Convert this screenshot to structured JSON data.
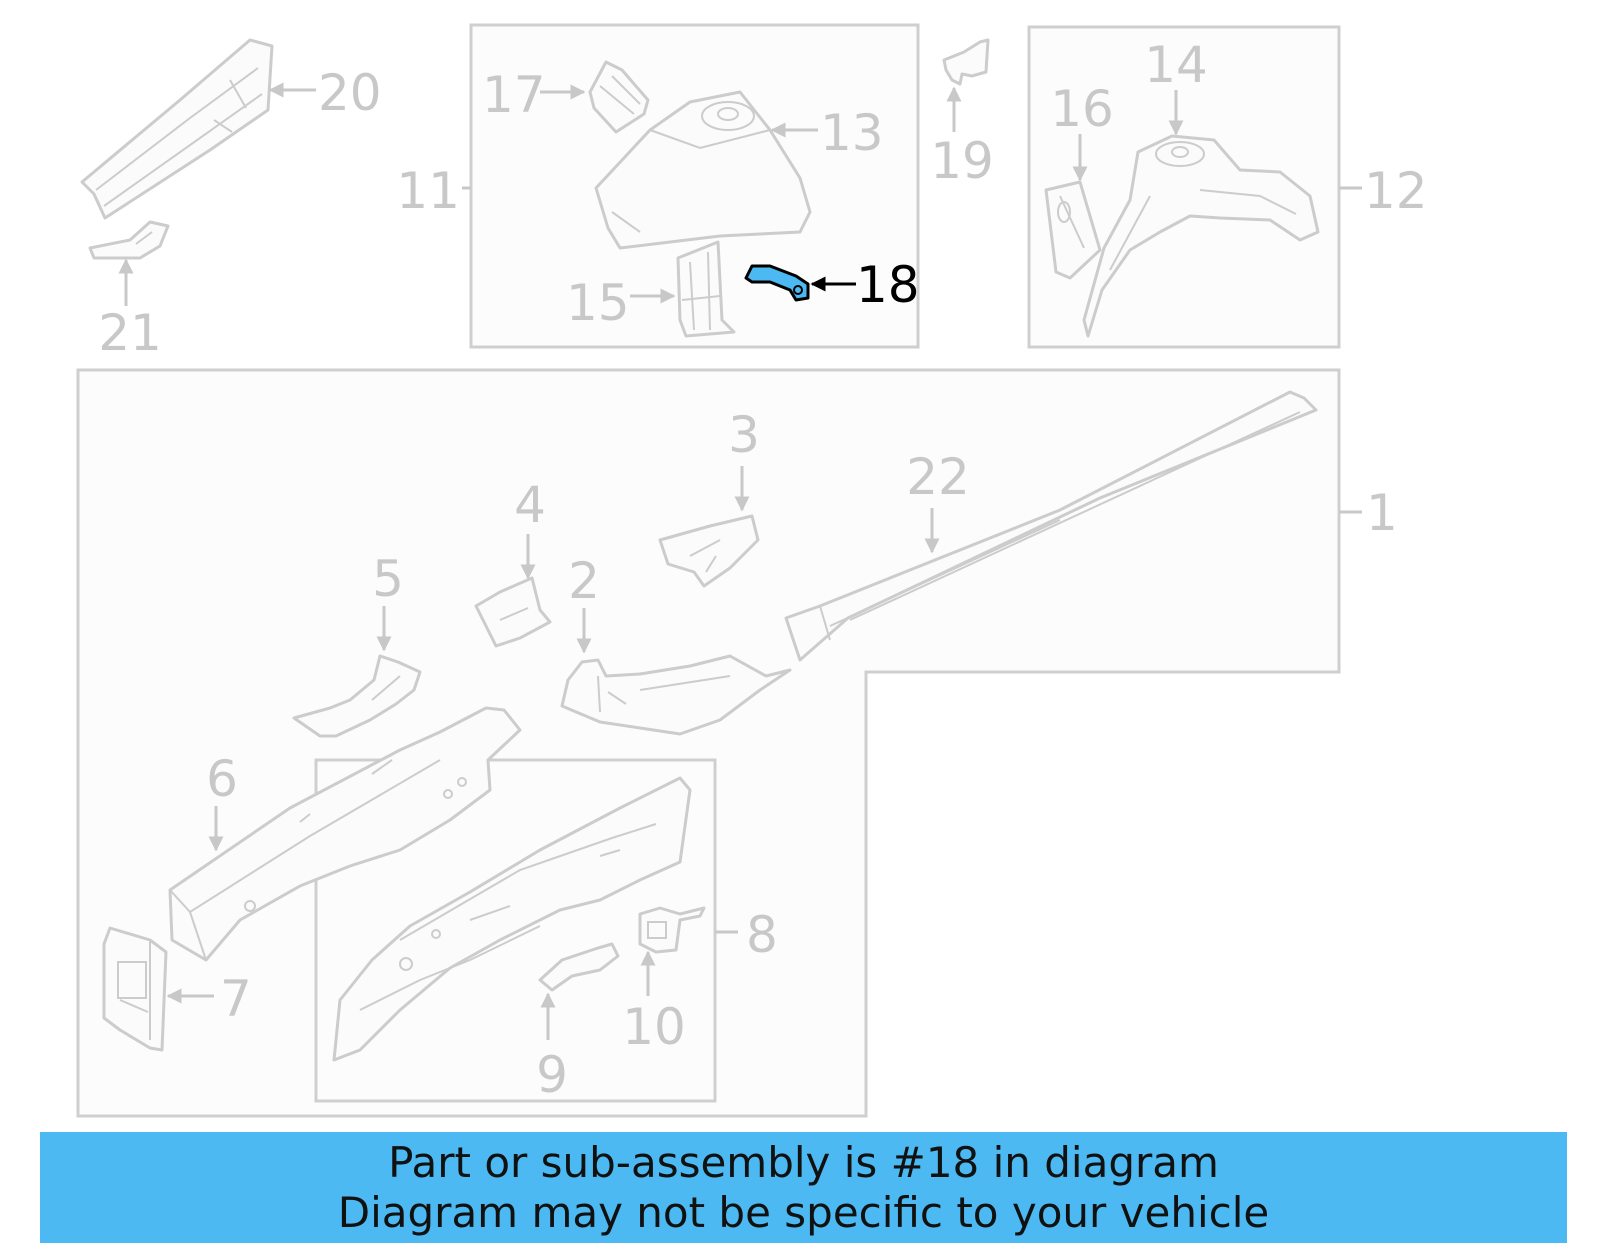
{
  "diagram": {
    "highlighted_part": "18",
    "highlight_color": "#4cb9f2",
    "callouts": {
      "c1": "1",
      "c2": "2",
      "c3": "3",
      "c4": "4",
      "c5": "5",
      "c6": "6",
      "c7": "7",
      "c8": "8",
      "c9": "9",
      "c10": "10",
      "c11": "11",
      "c12": "12",
      "c13": "13",
      "c14": "14",
      "c15": "15",
      "c16": "16",
      "c17": "17",
      "c18": "18",
      "c19": "19",
      "c20": "20",
      "c21": "21",
      "c22": "22"
    }
  },
  "banner": {
    "line1": "Part or sub-assembly is #18 in diagram",
    "line2": "Diagram may not be specific to your vehicle",
    "background": "#4cb9f2"
  }
}
